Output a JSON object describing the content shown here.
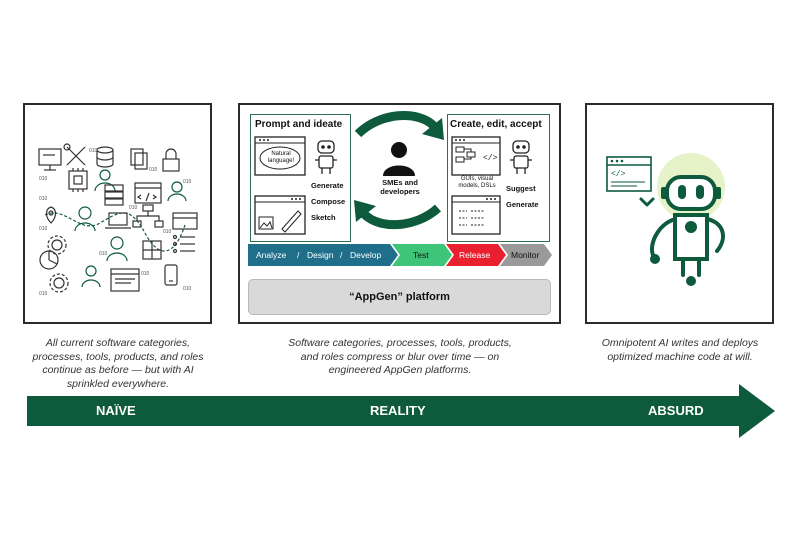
{
  "panels": {
    "reality": {
      "left_box_title": "Prompt and ideate",
      "bubble_text": "Natural language!",
      "left_labels": [
        "Generate",
        "Compose",
        "Sketch"
      ],
      "center_label": "SMEs and developers",
      "right_box_title": "Create, edit, accept",
      "models_text": "GUIs, visual models, DSLs",
      "right_labels": [
        "Suggest",
        "Generate"
      ],
      "stages": [
        "Analyze",
        "/",
        "Design",
        "/",
        "Develop",
        "Test",
        "Release",
        "Monitor"
      ],
      "platform_label": "“AppGen” platform"
    }
  },
  "captions": {
    "naive": "All current software categories, processes, tools, products, and roles continue as before — but with AI sprinkled everywhere.",
    "reality": "Software categories, processes, tools, products, and roles compress or blur over time — on engineered AppGen platforms.",
    "absurd": "Omnipotent AI writes and deploys optimized machine code at will."
  },
  "arrow": {
    "labels": [
      "NAÏVE",
      "REALITY",
      "ABSURD"
    ]
  },
  "colors": {
    "green": "#0e5a3c",
    "teal": "#1f6f8b",
    "light_green": "#3fc57a",
    "red": "#e8202f",
    "gray": "#9a9a9a"
  }
}
